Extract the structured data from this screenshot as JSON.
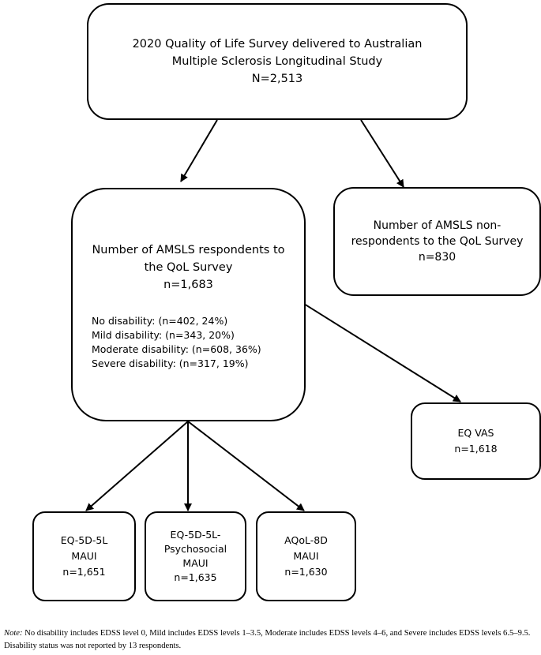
{
  "survey": {
    "lines": [
      "2020 Quality of Life Survey delivered to Australian",
      "Multiple Sclerosis Longitudinal Study",
      "N=2,513"
    ]
  },
  "non_respondents": {
    "lines": [
      "Number of AMSLS non-",
      "respondents to the QoL Survey",
      "n=830"
    ]
  },
  "respondents": {
    "lines": [
      "Number of AMSLS respondents to",
      "the QoL Survey",
      "n=1,683"
    ],
    "disability": [
      "No disability: (n=402, 24%)",
      "Mild disability: (n=343, 20%)",
      "Moderate disability: (n=608, 36%)",
      "Severe disability: (n=317, 19%)"
    ]
  },
  "eq_vas": {
    "lines": [
      "EQ VAS",
      "n=1,618"
    ]
  },
  "eq5d5l": {
    "lines": [
      "EQ-5D-5L",
      "MAUI",
      "n=1,651"
    ]
  },
  "eq5d5l_psy": {
    "lines": [
      "EQ-5D-5L-",
      "Psychosocial",
      "MAUI",
      "n=1,635"
    ]
  },
  "aqol8d": {
    "lines": [
      "AQoL-8D",
      "MAUI",
      "n=1,630"
    ]
  },
  "note": {
    "label": "Note:",
    "text": " No disability includes EDSS level 0, Mild includes EDSS levels 1–3.5, Moderate includes EDSS levels 4–6, and Severe includes EDSS levels 6.5–9.5. Disability status was not reported by 13 respondents."
  }
}
